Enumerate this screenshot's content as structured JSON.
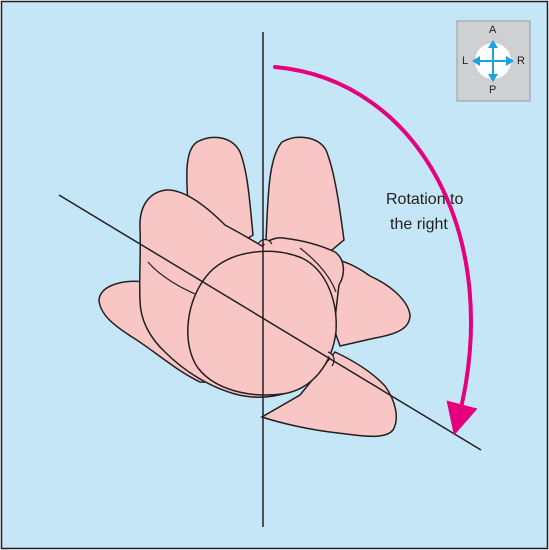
{
  "diagram": {
    "annotation": {
      "line1": "Rotation to",
      "line2": "the right"
    },
    "orientation": {
      "anterior": "A",
      "left": "L",
      "right": "R",
      "posterior": "P"
    },
    "colors": {
      "background": "#c5e6f7",
      "frame": "#231f20",
      "shape_fill": "#f9c6c6",
      "rotation_arrow": "#e5007e",
      "compass_arrow": "#1aa3dd",
      "compass_box": "#cfd0d2"
    },
    "icons": [
      "rotation-arrow-icon",
      "orientation-compass-icon"
    ]
  }
}
